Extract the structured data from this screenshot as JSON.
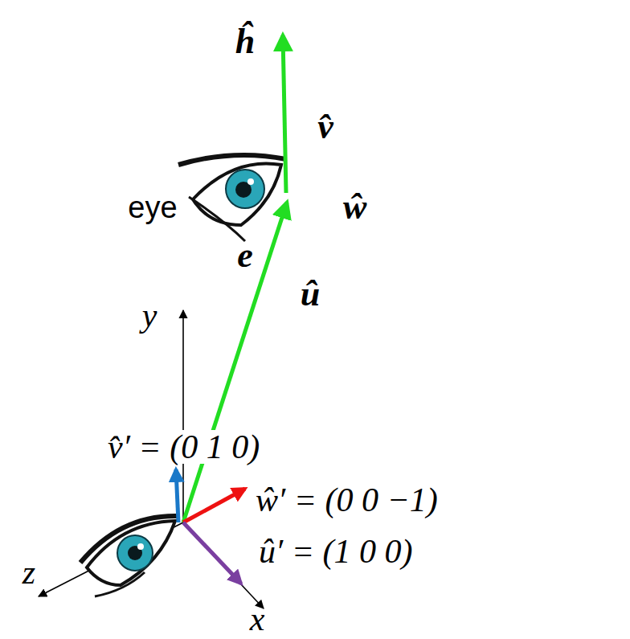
{
  "diagram": {
    "labels": [
      "ĥ",
      "v̂",
      "ŵ",
      "eye",
      "e",
      "û",
      "y",
      "v̂′ = (0 1 0)",
      "ŵ′ = (0 0 −1)",
      "û′ = (1 0 0)",
      "z",
      "x"
    ]
  }
}
